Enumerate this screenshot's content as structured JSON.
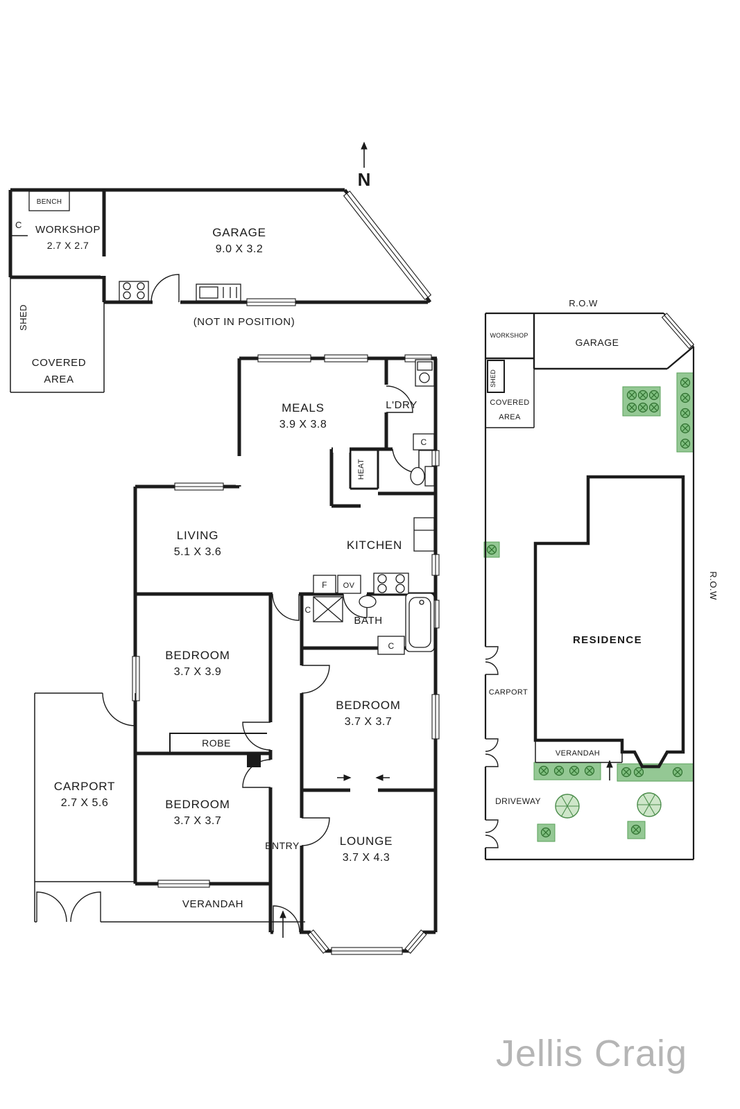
{
  "compass": {
    "label": "N"
  },
  "floorplan": {
    "note": "(NOT IN POSITION)",
    "bench": "BENCH",
    "c": "C",
    "shed": "SHED",
    "covered": "COVERED",
    "area": "AREA",
    "workshop": {
      "name": "WORKSHOP",
      "dims": "2.7 X 2.7"
    },
    "garage": {
      "name": "GARAGE",
      "dims": "9.0 X 3.2"
    },
    "meals": {
      "name": "MEALS",
      "dims": "3.9 X 3.8"
    },
    "ldry": "L'DRY",
    "heat": "HEAT",
    "living": {
      "name": "LIVING",
      "dims": "5.1 X 3.6"
    },
    "kitchen": "KITCHEN",
    "fridge": "F",
    "oven": "OV",
    "bath": "BATH",
    "bedroom1": {
      "name": "BEDROOM",
      "dims": "3.7 X 3.9"
    },
    "bedroom2": {
      "name": "BEDROOM",
      "dims": "3.7 X 3.7"
    },
    "bedroom3": {
      "name": "BEDROOM",
      "dims": "3.7 X 3.7"
    },
    "robe": "ROBE",
    "carport": {
      "name": "CARPORT",
      "dims": "2.7 X 5.6"
    },
    "entry": "ENTRY",
    "lounge": {
      "name": "LOUNGE",
      "dims": "3.7 X 4.3"
    },
    "verandah": "VERANDAH"
  },
  "siteplan": {
    "row_top": "R.O.W",
    "row_side": "R.O.W",
    "workshop": "WORKSHOP",
    "garage": "GARAGE",
    "shed": "SHED",
    "covered": "COVERED",
    "area": "AREA",
    "residence": "RESIDENCE",
    "carport": "CARPORT",
    "verandah": "VERANDAH",
    "driveway": "DRIVEWAY"
  },
  "branding": {
    "logo": "Jellis Craig"
  },
  "colors": {
    "wall": "#1c1c1c",
    "garden_fill": "#94c894",
    "garden_stroke": "#5aa05a",
    "plant": "#2e6e2e",
    "logo_gray": "#b5b5b5"
  }
}
